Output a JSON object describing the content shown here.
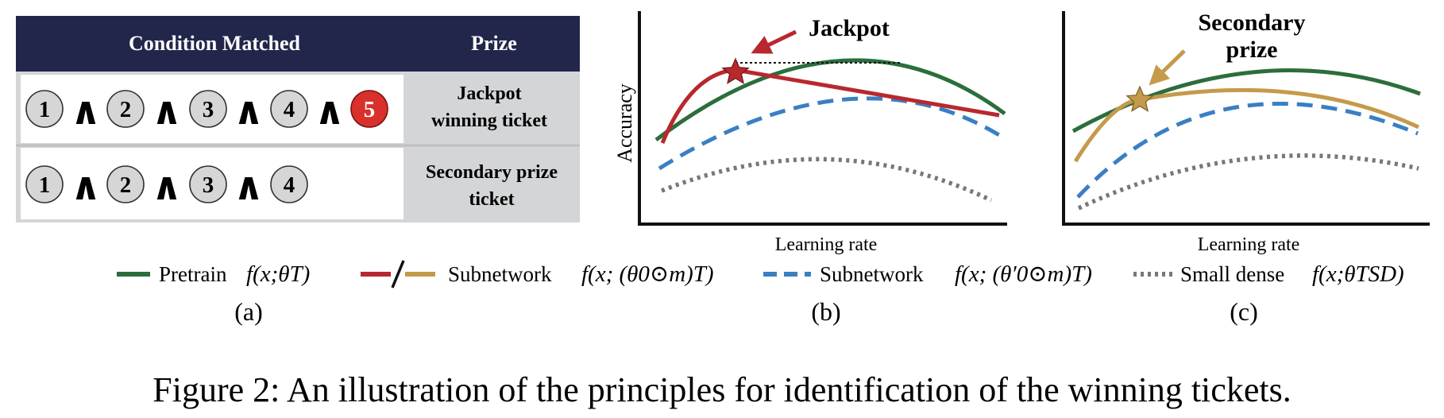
{
  "table": {
    "headers": [
      "Condition Matched",
      "Prize"
    ],
    "rows": [
      {
        "conditions": [
          "1",
          "2",
          "3",
          "4",
          "5"
        ],
        "prize": [
          "Jackpot",
          "winning ticket"
        ]
      },
      {
        "conditions": [
          "1",
          "2",
          "3",
          "4"
        ],
        "prize": [
          "Secondary prize",
          "ticket"
        ]
      }
    ],
    "and_symbol": "∧",
    "colors": {
      "header_bg": "#23264b",
      "prize_bg": "#d4d5d7",
      "circle_fill": "#d6d6d6",
      "highlight_circle": "#d9302c"
    }
  },
  "panel_b": {
    "annotation": "Jackpot",
    "ylabel": "Accuracy",
    "xlabel": "Learning rate"
  },
  "panel_c": {
    "annotation": [
      "Secondary",
      "prize"
    ],
    "xlabel": "Learning rate"
  },
  "legend": {
    "items": [
      {
        "label": "Pretrain",
        "formula": "f(x;θT)",
        "color": "#2b6e3c"
      },
      {
        "label": "Subnetwork",
        "formula": "f(x; (θ0⊙m)T)",
        "colors": [
          "#b8282e",
          "#c49a4b"
        ]
      },
      {
        "label": "Subnetwork",
        "formula": "f(x; (θ′0⊙m)T)",
        "color": "#3a7fc3"
      },
      {
        "label": "Small dense",
        "formula": "f(x;θTSD)",
        "color": "#777777"
      }
    ]
  },
  "panel_labels": [
    "(a)",
    "(b)",
    "(c)"
  ],
  "caption": "Figure 2: An illustration of the principles for identification of the winning tickets."
}
